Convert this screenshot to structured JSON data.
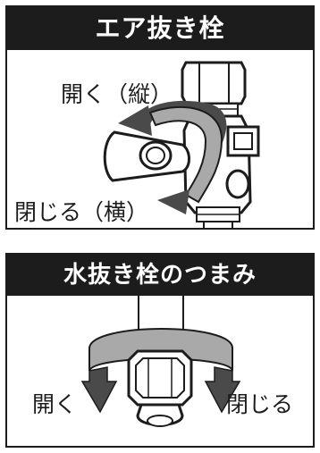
{
  "air_vent": {
    "title": "エア抜き栓",
    "open_label": "開く（縦）",
    "close_label": "閉じる（横）"
  },
  "drain_knob": {
    "title": "水抜き栓のつまみ",
    "open_label": "開く",
    "close_label": "閉じる"
  },
  "colors": {
    "ink": "#1c1c1c",
    "arrow_band": "#a9a9a9",
    "arrow_head": "#4a4a4a"
  }
}
